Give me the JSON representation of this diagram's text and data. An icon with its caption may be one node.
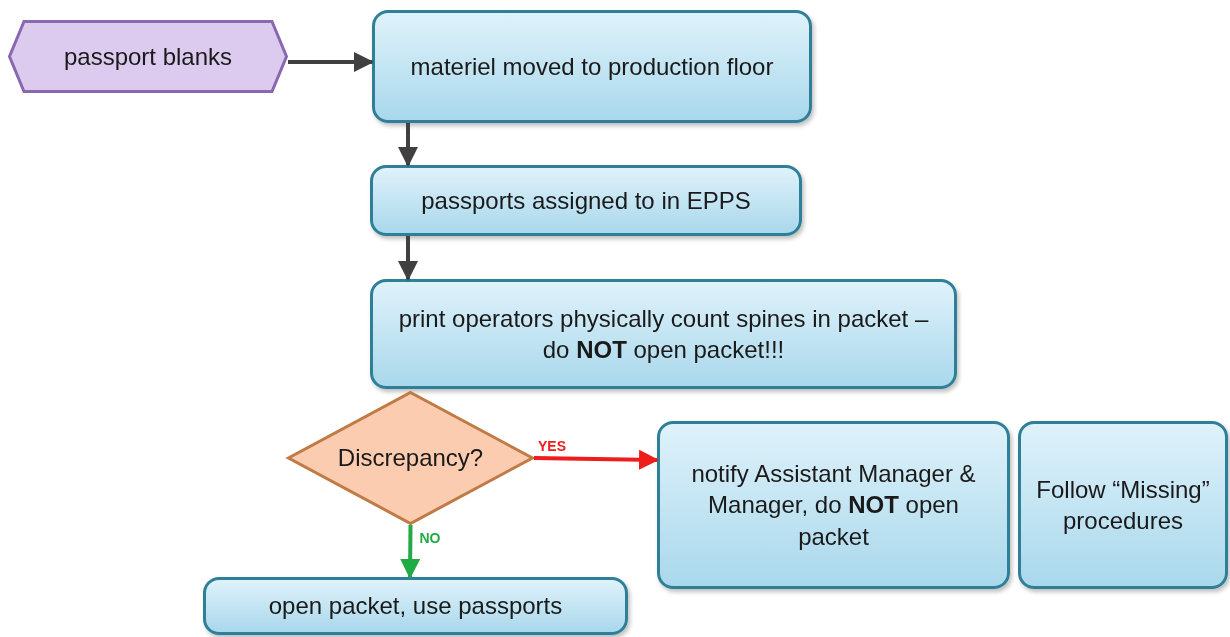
{
  "diagram": {
    "nodes": [
      {
        "text": [
          "passport blanks"
        ]
      },
      {
        "text": [
          "materiel moved to production floor"
        ]
      },
      {
        "text": [
          "passports assigned to in EPPS"
        ]
      },
      {
        "text": [
          "print operators physically count spines in packet – do **NOT** open packet!!!"
        ]
      },
      {
        "text": [
          "Discrepancy?"
        ]
      },
      {
        "text": [
          "notify Assistant Manager & Manager, do **NOT** open packet"
        ]
      },
      {
        "text": [
          "Follow “Missing” procedures"
        ]
      },
      {
        "text": [
          "open packet, use passports"
        ]
      }
    ],
    "edges": [
      {
        "from": 0,
        "to": 1,
        "arrow": "to"
      },
      {
        "from": 1,
        "to": 2,
        "arrow": "to"
      },
      {
        "from": 2,
        "to": 3,
        "arrow": "to"
      },
      {
        "from": 4,
        "to": 5,
        "arrow": "to",
        "label": "YES",
        "color": "#ee1c1c"
      },
      {
        "from": 4,
        "to": 7,
        "arrow": "to",
        "label": "NO",
        "color": "#22aa44"
      }
    ]
  }
}
